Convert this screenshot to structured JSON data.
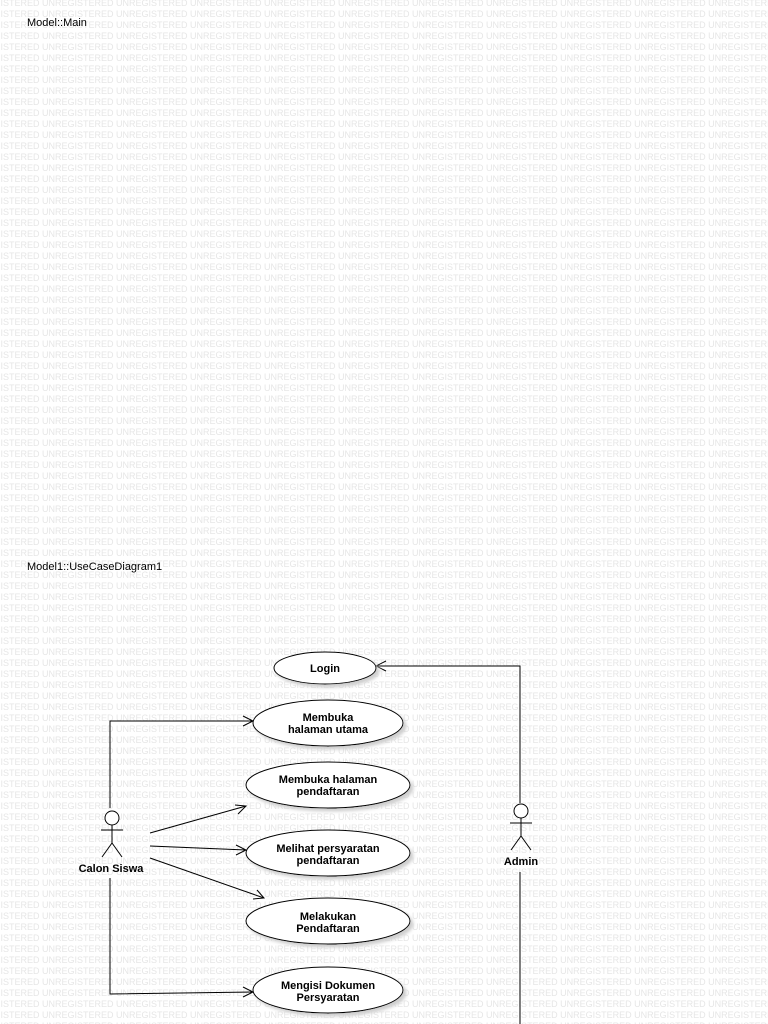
{
  "watermark": {
    "text": "UNREGISTERED"
  },
  "frames": {
    "main_label": "Model::Main",
    "usecase_label": "Model1::UseCaseDiagram1"
  },
  "actors": {
    "calon_siswa": "Calon Siswa",
    "admin": "Admin"
  },
  "use_cases": {
    "login": [
      "Login"
    ],
    "membuka_halaman_utama": [
      "Membuka",
      "halaman utama"
    ],
    "membuka_halaman_pendaftaran": [
      "Membuka halaman",
      "pendaftaran"
    ],
    "melihat_persyaratan": [
      "Melihat persyaratan",
      "pendaftaran"
    ],
    "melakukan_pendaftaran": [
      "Melakukan",
      "Pendaftaran"
    ],
    "mengisi_dokumen": [
      "Mengisi Dokumen",
      "Persyaratan"
    ]
  },
  "colors": {
    "line": "#000000",
    "shadow": "#d9d9d9",
    "fill": "#ffffff"
  }
}
